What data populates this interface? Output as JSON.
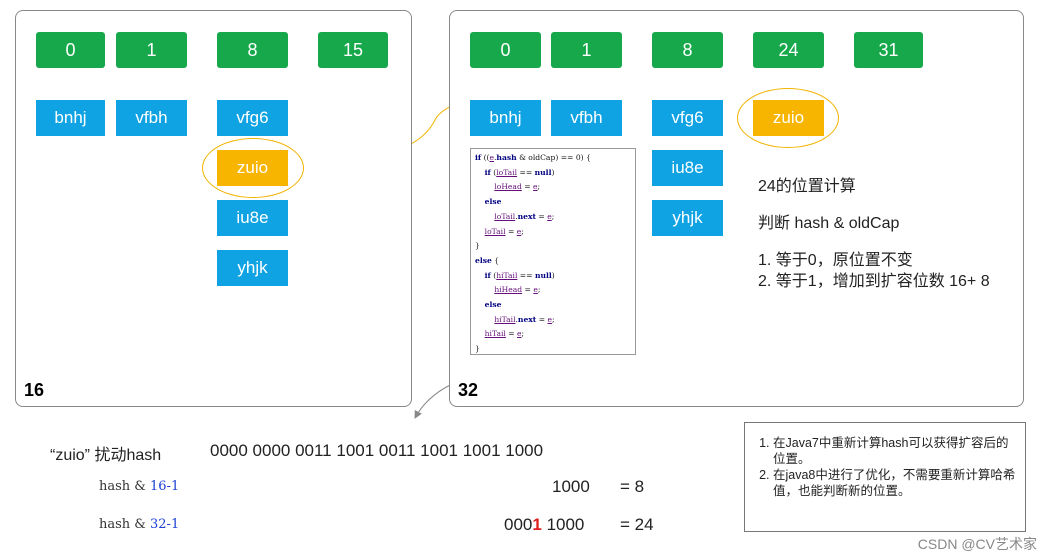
{
  "left_panel": {
    "label": "16",
    "index_boxes": [
      "0",
      "1",
      "8",
      "15"
    ],
    "entries": {
      "col0": [
        "bnhj"
      ],
      "col1": [
        "vfbh"
      ],
      "col2": [
        "vfg6",
        "zuio",
        "iu8e",
        "yhjk"
      ]
    }
  },
  "right_panel": {
    "label": "32",
    "index_boxes": [
      "0",
      "1",
      "8",
      "24",
      "31"
    ],
    "entries": {
      "col0": [
        "bnhj"
      ],
      "col1": [
        "vfbh"
      ],
      "col2": [
        "vfg6",
        "iu8e",
        "yhjk"
      ],
      "col3": [
        "zuio"
      ]
    },
    "info": {
      "heading": "24的位置计算",
      "line2": "判断 hash & oldCap",
      "items": [
        "1.   等于0，原位置不变",
        "2.   等于1，增加到扩容位数 16+ 8"
      ]
    },
    "code_lines": [
      "if ((e.hash & oldCap) == 0) {",
      "    if (loTail == null)",
      "        loHead = e;",
      "    else",
      "        loTail.next = e;",
      "    loTail = e;",
      "}",
      "else {",
      "    if (hiTail == null)",
      "        hiHead = e;",
      "    else",
      "        hiTail.next = e;",
      "    hiTail = e;",
      "}"
    ]
  },
  "bottom": {
    "hash_label": "“zuio” 扰动hash",
    "hash_bits": "0000 0000 0011 1001 0011 1001 1001 1000",
    "row1": {
      "expr_prefix": "hash & ",
      "expr_value": "16-1",
      "bits": "1000",
      "result": "= 8"
    },
    "row2": {
      "expr_prefix": "hash & ",
      "expr_value": "32-1",
      "bits_pre": "000",
      "bits_red": "1",
      "bits_post": " 1000",
      "result": "= 24"
    }
  },
  "note": {
    "items": [
      "在Java7中重新计算hash可以获得扩容后的位置。",
      "在java8中进行了优化，不需要重新计算哈希值，也能判断新的位置。"
    ]
  },
  "watermark": "CSDN @CV艺术家"
}
